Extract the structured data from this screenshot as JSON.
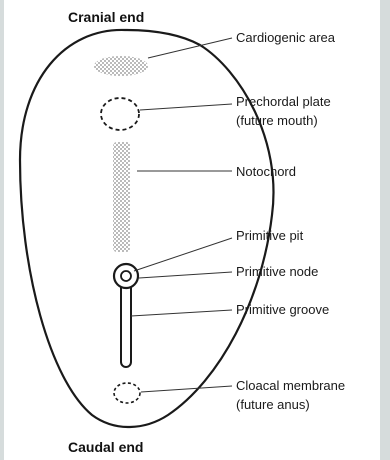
{
  "ends": {
    "cranial": "Cranial end",
    "caudal": "Caudal end"
  },
  "labels": {
    "cardiogenic": "Cardiogenic area",
    "prechordal_1": "Prechordal plate",
    "prechordal_2": "(future mouth)",
    "notochord": "Notochord",
    "pit": "Primitive pit",
    "node": "Primitive node",
    "groove": "Primitive groove",
    "cloacal_1": "Cloacal membrane",
    "cloacal_2": "(future anus)"
  },
  "colors": {
    "background": "#d6dcdc",
    "panel": "#ffffff",
    "ink": "#1a1a1a",
    "stipple": "#9a9a9a"
  }
}
